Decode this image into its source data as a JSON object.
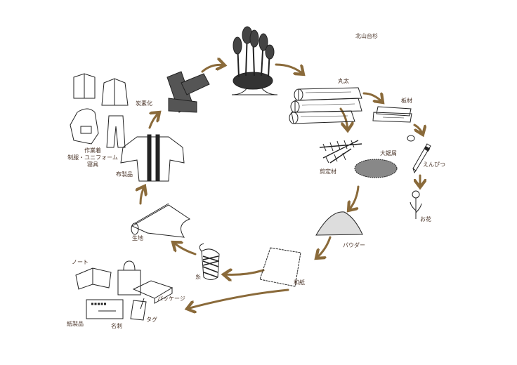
{
  "colors": {
    "arrow": "#8a6a3a",
    "label": "#4a3428",
    "ink": "#222222"
  },
  "nodes": {
    "cedar": "北山台杉",
    "log": "丸太",
    "board": "板材",
    "pencil": "えんぴつ",
    "flower": "お花",
    "sawdust": "大鋸屑",
    "pruned": "剪定材",
    "powder": "パウダー",
    "washi": "和紙",
    "thread": "糸",
    "fabric": "生地",
    "cloth_products": "布製品",
    "carbonize": "炭素化",
    "workwear": [
      "作業着",
      "制服・ユニフォーム",
      "寝具"
    ],
    "notebook": "ノート",
    "package": "パッケージ",
    "paper_products": "紙製品",
    "business_card": "名刺",
    "tag": "タグ"
  }
}
